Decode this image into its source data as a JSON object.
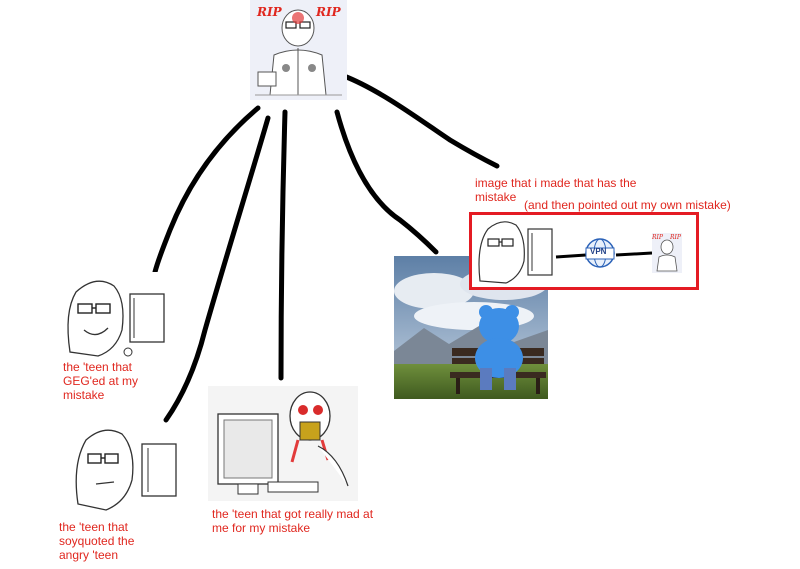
{
  "top_image": {
    "left_stamp": "RIP",
    "right_stamp": "RIP"
  },
  "labels": {
    "geg_teen": [
      "the 'teen that",
      "GEG'ed at my",
      "mistake"
    ],
    "soyquote_teen": [
      "the 'teen that",
      "soyquoted the",
      "angry 'teen"
    ],
    "mad_teen": [
      "the 'teen that got really mad at",
      "me for my mistake"
    ],
    "mistake_image": [
      "image that i made that has the",
      "mistake"
    ],
    "mistake_note": "(and then pointed out my own mistake)"
  },
  "mistake_panel": {
    "vpn_text": "VPN",
    "rip_left": "RIP",
    "rip_right": "RIP"
  },
  "colors": {
    "label_red": "#e0271f",
    "box_red": "#e41b23",
    "line_black": "#000000",
    "blob_blue": "#3d8fe6"
  }
}
